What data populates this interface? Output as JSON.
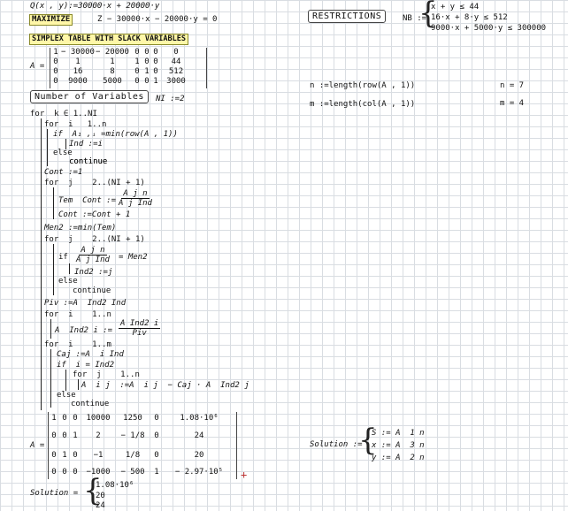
{
  "objective": {
    "def": "Q(x , y):=30000·x + 20000·y",
    "maximize": "MAXIMIZE",
    "z_eq": "Z − 30000·x − 20000·y = 0"
  },
  "restrictions": {
    "button": "RESTRICTIONS",
    "nb_label": "NB :=",
    "lines": [
      "x + y ≤ 44",
      "16·x + 8·y ≤ 512",
      "9000·x + 5000·y ≤ 300000"
    ]
  },
  "simplex": {
    "heading": "SIMPLEX TABLE WITH SLACK VARIABLES",
    "label": "A =",
    "rows": [
      [
        "1",
        "− 30000",
        "− 20000",
        "0",
        "0",
        "0",
        "0"
      ],
      [
        "0",
        "1",
        "1",
        "1",
        "0",
        "0",
        "44"
      ],
      [
        "0",
        "16",
        "8",
        "0",
        "1",
        "0",
        "512"
      ],
      [
        "0",
        "9000",
        "5000",
        "0",
        "0",
        "1",
        "3000"
      ]
    ]
  },
  "dims": {
    "n_def": "n :=length(row(A , 1))",
    "m_def": "m :=length(col(A , 1))",
    "n_val": "n = 7",
    "m_val": "m = 4"
  },
  "variables": {
    "button": "Number of Variables",
    "ni_def": "NI :=2"
  },
  "program": [
    "for  k ∈ 1..NI",
    "for  i   1..n",
    "if  A₁ ,ᵢ =min(row(A , 1))",
    "Ind :=i",
    "continue",
    "else",
    "continue",
    "Cont :=1",
    "for  j    2..(NI + 1)",
    "Tem  Cont :=",
    "Cont :=Cont + 1",
    "Men2 :=min(Tem)",
    "for  j    2..(NI + 1)",
    "if",
    "= Men2",
    "Ind2 :=j",
    "else",
    "continue",
    "Piv :=A  Ind2 Ind",
    "for  i    1..n",
    "A  Ind2 i :=",
    "for  i    1..m",
    "Caj :=A  i Ind",
    "if  i = Ind2",
    "for  j    1..n",
    "A  i j  :=A  i j  − Caj · A  Ind2 j",
    "else",
    "continue"
  ],
  "fractions": {
    "tem_num": "A  j n",
    "tem_den": "A  j Ind",
    "men_num": "A  j n",
    "men_den": "A  j Ind",
    "piv_num": "A  Ind2 i",
    "piv_den": "Piv"
  },
  "result": {
    "label": "A =",
    "rows": [
      [
        "1",
        "0",
        "0",
        "10000",
        "1250",
        "0",
        "1.08·10⁶"
      ],
      [
        "0",
        "0",
        "1",
        "2",
        "− 1/8",
        "0",
        "24"
      ],
      [
        "0",
        "1",
        "0",
        "−1",
        "1/8",
        "0",
        "20"
      ],
      [
        "0",
        "0",
        "0",
        "−1000",
        "− 500",
        "1",
        "− 2.97·10⁵"
      ]
    ]
  },
  "solution_def": {
    "label": "Solution :=",
    "lines": [
      "S := A  1 n",
      "x := A  3 n",
      "y := A  2 n"
    ]
  },
  "solution_vec": {
    "label": "Solution =",
    "values": [
      "1.08·10⁶",
      "20",
      "24"
    ]
  },
  "cursor": "+"
}
